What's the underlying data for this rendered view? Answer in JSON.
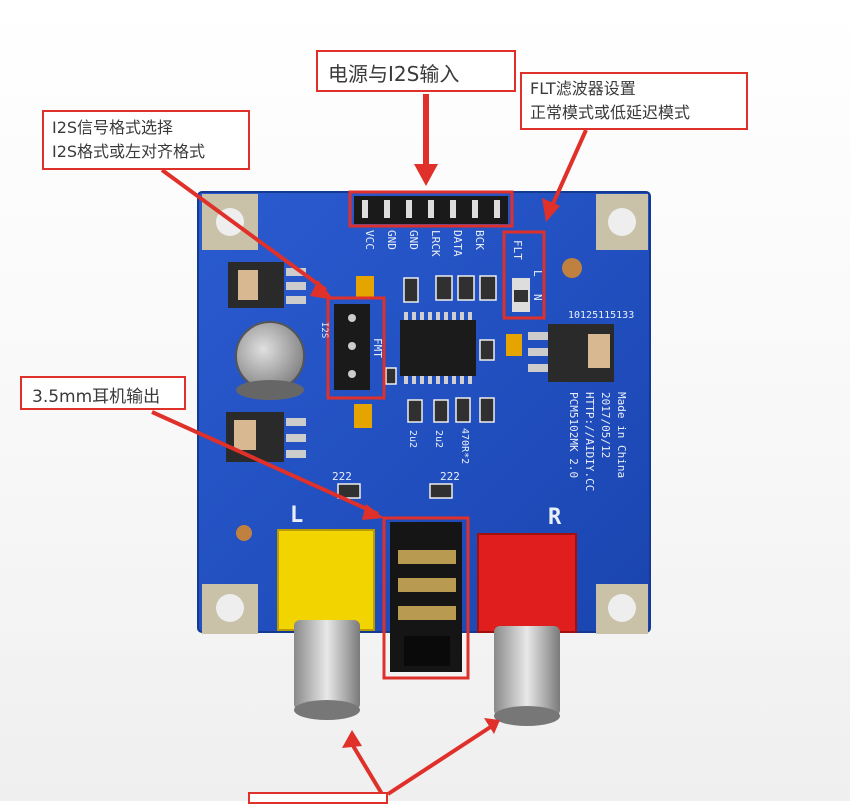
{
  "callouts": {
    "power_i2s": "电源与I2S输入",
    "i2s_format_line1": "I2S信号格式选择",
    "i2s_format_line2": "I2S格式或左对齐格式",
    "flt_line1": "FLT滤波器设置",
    "flt_line2": "正常模式或低延迟模式",
    "headphone": "3.5mm耳机输出"
  },
  "board": {
    "pins": [
      "VCC",
      "GND",
      "GND",
      "LRCK",
      "DATA",
      "BCK"
    ],
    "flt": "FLT",
    "flt_l": "L",
    "flt_n": "N",
    "fmt": "FMT",
    "i2s": "I2S",
    "serial": "10125115133",
    "cap_left": "222",
    "cap_right": "222",
    "c2u2_a": "2u2",
    "c2u2_b": "2u2",
    "res": "470R*2",
    "label_l": "L",
    "label_r": "R",
    "silk_lines": [
      "PCM5102MK 2.0",
      "HTTP://AIDIY.CC",
      "2017/05/12",
      "Made in China"
    ]
  },
  "colors": {
    "pcb": "#1f4fc0",
    "callout_border": "#e0302a",
    "jack_left": "#f2d400",
    "jack_right": "#e01e1e"
  }
}
